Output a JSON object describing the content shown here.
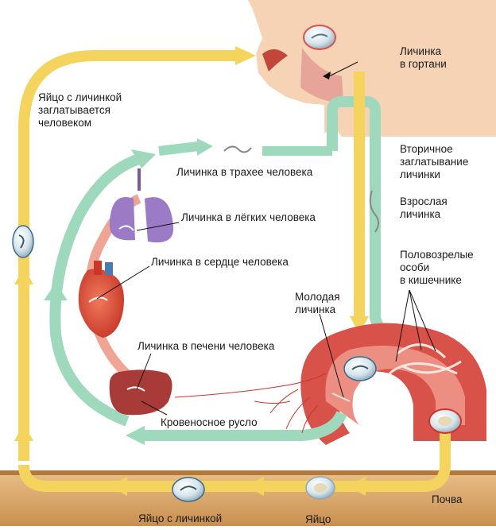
{
  "labels": {
    "larva_larynx": "Личинка\nв гортани",
    "egg_swallowed": "Яйцо с личинкой\nзаглатывается\nчеловеком",
    "secondary_swallow": "Вторичное\nзаглатывание\nличинки",
    "larva_trachea": "Личинка в трахее человека",
    "adult_larva": "Взрослая\nличинка",
    "larva_lungs": "Личинка в лёгких человека",
    "larva_heart": "Личинка в сердце человека",
    "mature_worms": "Половозрелые\nособи\nв кишечнике",
    "young_larva": "Молодая\nличинка",
    "larva_liver": "Личинка в печени человека",
    "bloodstream": "Кровеносное русло",
    "soil": "Почва",
    "egg_with_larva": "Яйцо с личинкой",
    "egg": "Яйцо"
  },
  "colors": {
    "yellow_arrow": "#f5d45e",
    "green_arrow": "#9fd9bd",
    "blood_vessel": "#f0a494",
    "skin": "#f7d3b6",
    "intestine": "#d9524a",
    "soil": "#d9a76b"
  }
}
